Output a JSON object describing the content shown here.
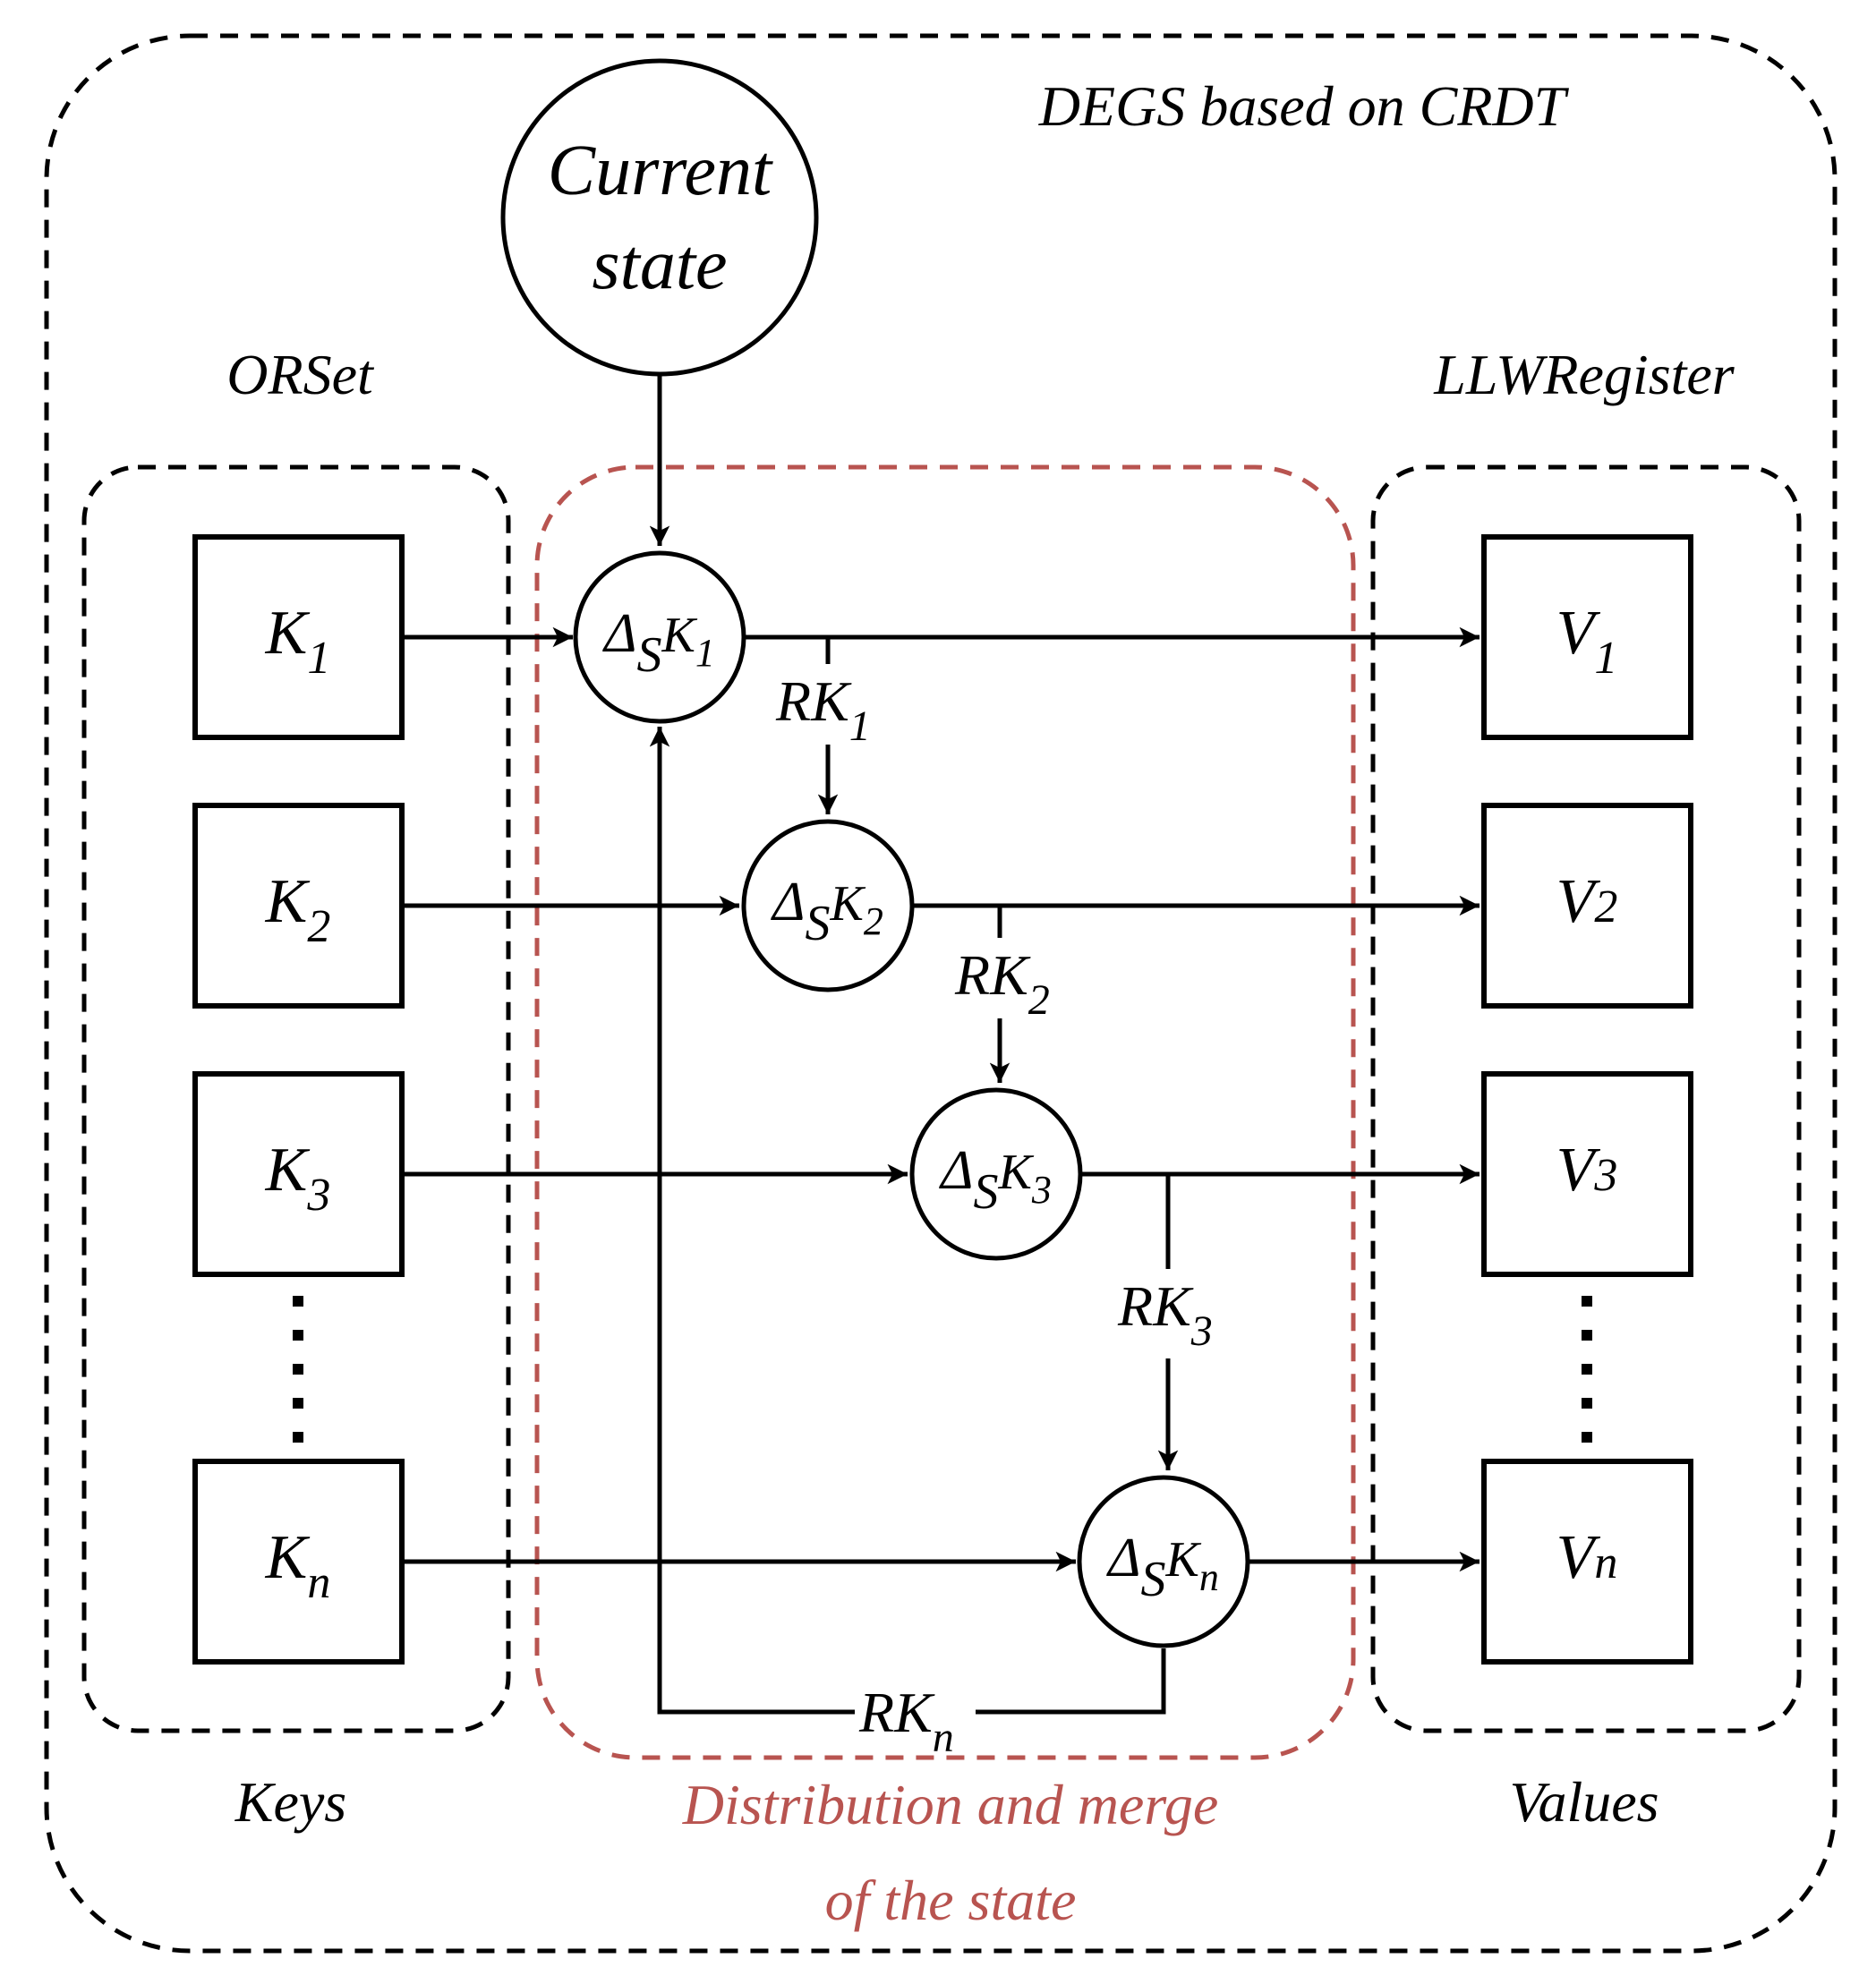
{
  "title": "DEGS based on CRDT",
  "groups": {
    "orset": {
      "label": "ORSet",
      "caption": "Keys"
    },
    "register": {
      "label": "LLWRegister",
      "caption": "Values"
    },
    "merge": {
      "caption_line1": "Distribution and merge",
      "caption_line2": "of the state",
      "color": "#b85450"
    }
  },
  "current_state": {
    "line1": "Current",
    "line2": "state"
  },
  "keys": [
    {
      "base": "K",
      "sub": "1"
    },
    {
      "base": "K",
      "sub": "2"
    },
    {
      "base": "K",
      "sub": "3"
    },
    {
      "base": "K",
      "sub": "n"
    }
  ],
  "values": [
    {
      "base": "V",
      "sub": "1"
    },
    {
      "base": "V",
      "sub": "2"
    },
    {
      "base": "V",
      "sub": "3"
    },
    {
      "base": "V",
      "sub": "n"
    }
  ],
  "delta_nodes": [
    {
      "delta": "Δ",
      "s": "S",
      "k": "K",
      "sub": "1"
    },
    {
      "delta": "Δ",
      "s": "S",
      "k": "K",
      "sub": "2"
    },
    {
      "delta": "Δ",
      "s": "S",
      "k": "K",
      "sub": "3"
    },
    {
      "delta": "Δ",
      "s": "S",
      "k": "K",
      "sub": "n"
    }
  ],
  "edge_labels": [
    {
      "base": "RK",
      "sub": "1"
    },
    {
      "base": "RK",
      "sub": "2"
    },
    {
      "base": "RK",
      "sub": "3"
    },
    {
      "base": "RK",
      "sub": "n"
    }
  ]
}
